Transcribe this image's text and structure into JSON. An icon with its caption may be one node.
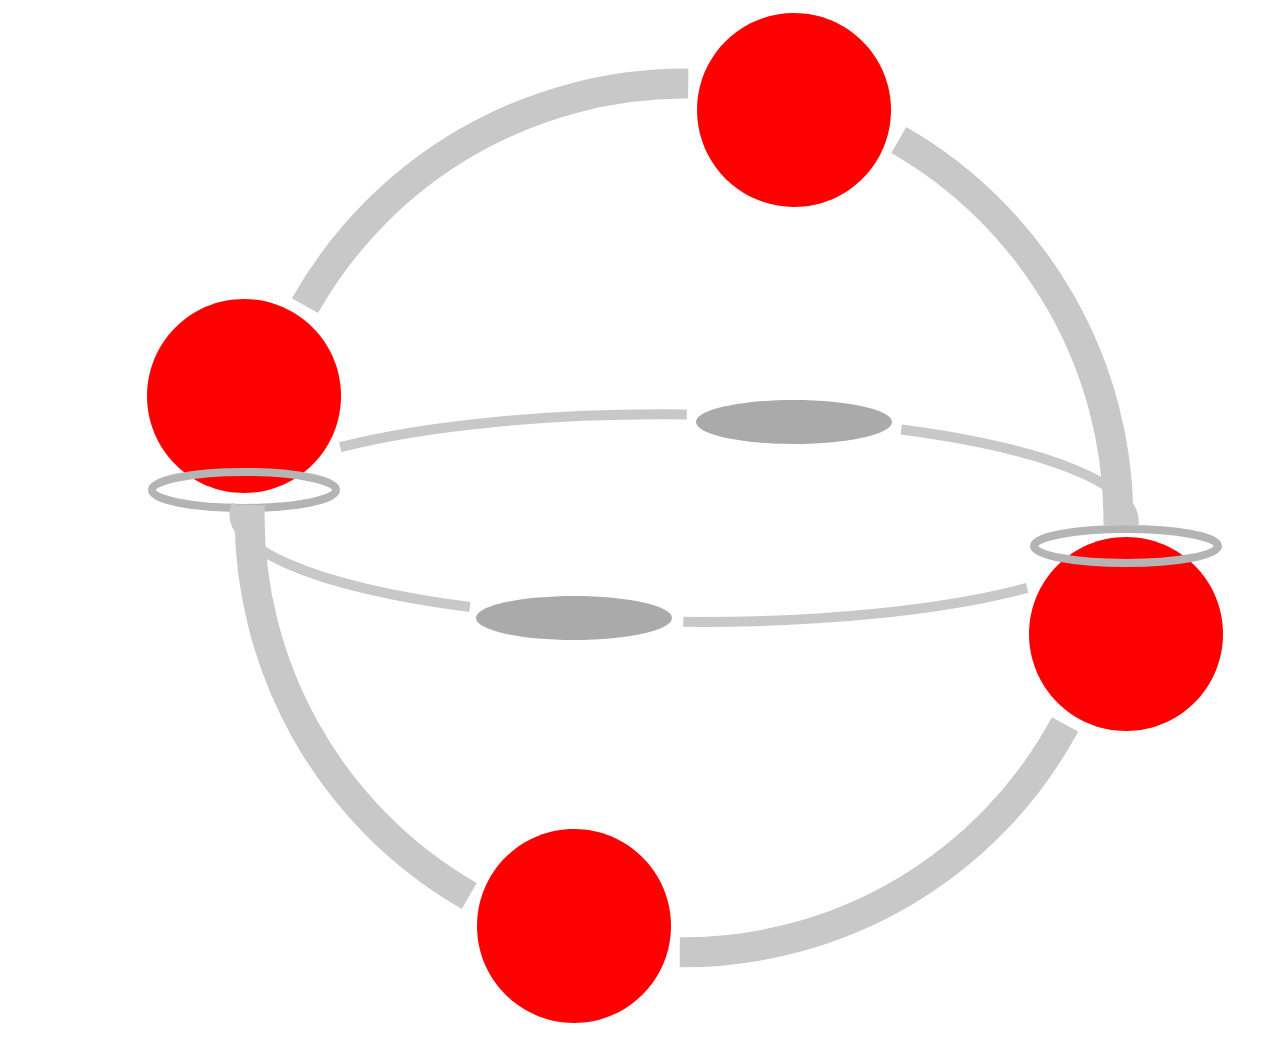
{
  "diagram": {
    "nodes": [
      {
        "text": [],
        "shape": "circle"
      },
      {
        "text": [],
        "shape": "circle"
      },
      {
        "text": [],
        "shape": "circle"
      },
      {
        "text": [],
        "shape": "circle"
      },
      {
        "text": [],
        "shape": "ellipse"
      },
      {
        "text": [],
        "shape": "ellipse"
      }
    ],
    "edges": [
      {
        "from": 0,
        "to": 2,
        "arrow": "none",
        "style": "thick"
      },
      {
        "from": 2,
        "to": 3,
        "arrow": "none",
        "style": "thick"
      },
      {
        "from": 3,
        "to": 1,
        "arrow": "none",
        "style": "thick"
      },
      {
        "from": 1,
        "to": 0,
        "arrow": "none",
        "style": "thick"
      },
      {
        "from": 0,
        "to": 5,
        "arrow": "none"
      },
      {
        "from": 5,
        "to": 3,
        "arrow": "none"
      },
      {
        "from": 0,
        "to": 4,
        "arrow": "none"
      },
      {
        "from": 4,
        "to": 3,
        "arrow": "none"
      }
    ]
  }
}
